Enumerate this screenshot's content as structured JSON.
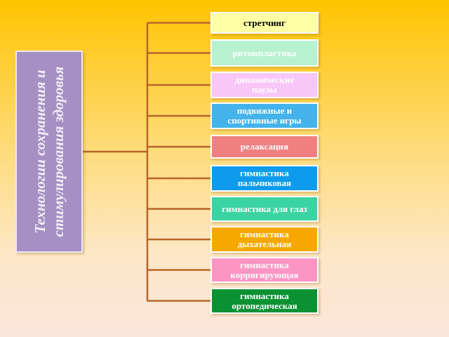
{
  "main": {
    "label": "Технологии сохранения и стимулирования здоровья",
    "color": "#a68fc2"
  },
  "connector_color": "#b8652a",
  "items": [
    {
      "label": "стретчинг",
      "bg": "#ffffa6",
      "fg": "#000000"
    },
    {
      "label": "ритмопластика",
      "bg": "#b8f1d0",
      "fg": "#ffffff"
    },
    {
      "label": "динамические\nпаузы",
      "bg": "#f8c7f7",
      "fg": "#ffffff"
    },
    {
      "label": "подвижные и\nспортивные игры",
      "bg": "#44b3eb",
      "fg": "#ffffff"
    },
    {
      "label": "релаксация",
      "bg": "#f07f80",
      "fg": "#ffffff"
    },
    {
      "label": "гимнастика\nпальчиковая",
      "bg": "#0e9bec",
      "fg": "#ffffff"
    },
    {
      "label": "гимнастика для глаз",
      "bg": "#3cd3a2",
      "fg": "#ffffff"
    },
    {
      "label": "гимнастика\nдыхательная",
      "bg": "#f7a800",
      "fg": "#ffffff"
    },
    {
      "label": "гимнастика\nкорригирующая",
      "bg": "#fd95c3",
      "fg": "#ffffff"
    },
    {
      "label": "гимнастика\nортопедическая",
      "bg": "#0a9232",
      "fg": "#ffffff"
    }
  ]
}
